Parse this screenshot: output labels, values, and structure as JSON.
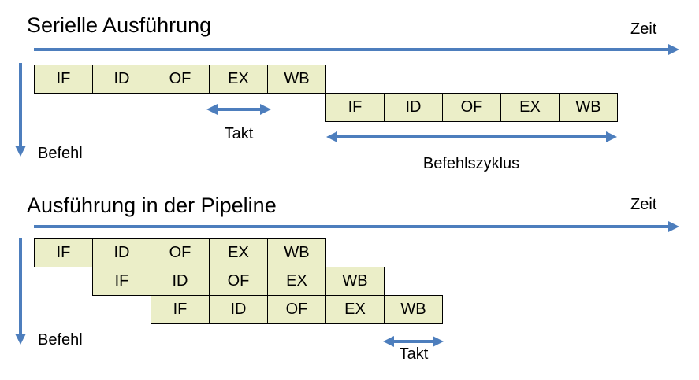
{
  "colors": {
    "background": "#ffffff",
    "box_fill": "#ebeec8",
    "box_border": "#000000",
    "arrow_blue": "#4d7ebd",
    "text": "#000000"
  },
  "stages": [
    "IF",
    "ID",
    "OF",
    "EX",
    "WB"
  ],
  "serial": {
    "title": "Serielle Ausführung",
    "time_label": "Zeit",
    "instruction_label": "Befehl",
    "clock_label": "Takt",
    "cycle_label": "Befehlszyklus"
  },
  "pipeline": {
    "title": "Ausführung in der Pipeline",
    "time_label": "Zeit",
    "instruction_label": "Befehl",
    "clock_label": "Takt"
  }
}
